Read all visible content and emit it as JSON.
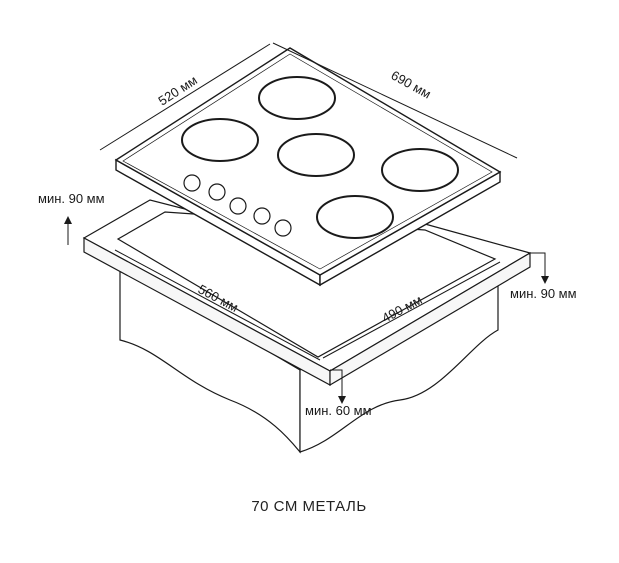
{
  "dimensions": {
    "hob_depth": "520 мм",
    "hob_width": "690 мм",
    "cutout_width": "560 мм",
    "cutout_depth": "490 мм",
    "clearance_back_left": "мин. 90 мм",
    "clearance_right": "мин. 90 мм",
    "clearance_front": "мин. 60 мм"
  },
  "caption": "70 СМ МЕТАЛЬ",
  "colors": {
    "line": "#1a1a1a",
    "fill": "#ffffff",
    "wood": "#f7f7f7"
  }
}
